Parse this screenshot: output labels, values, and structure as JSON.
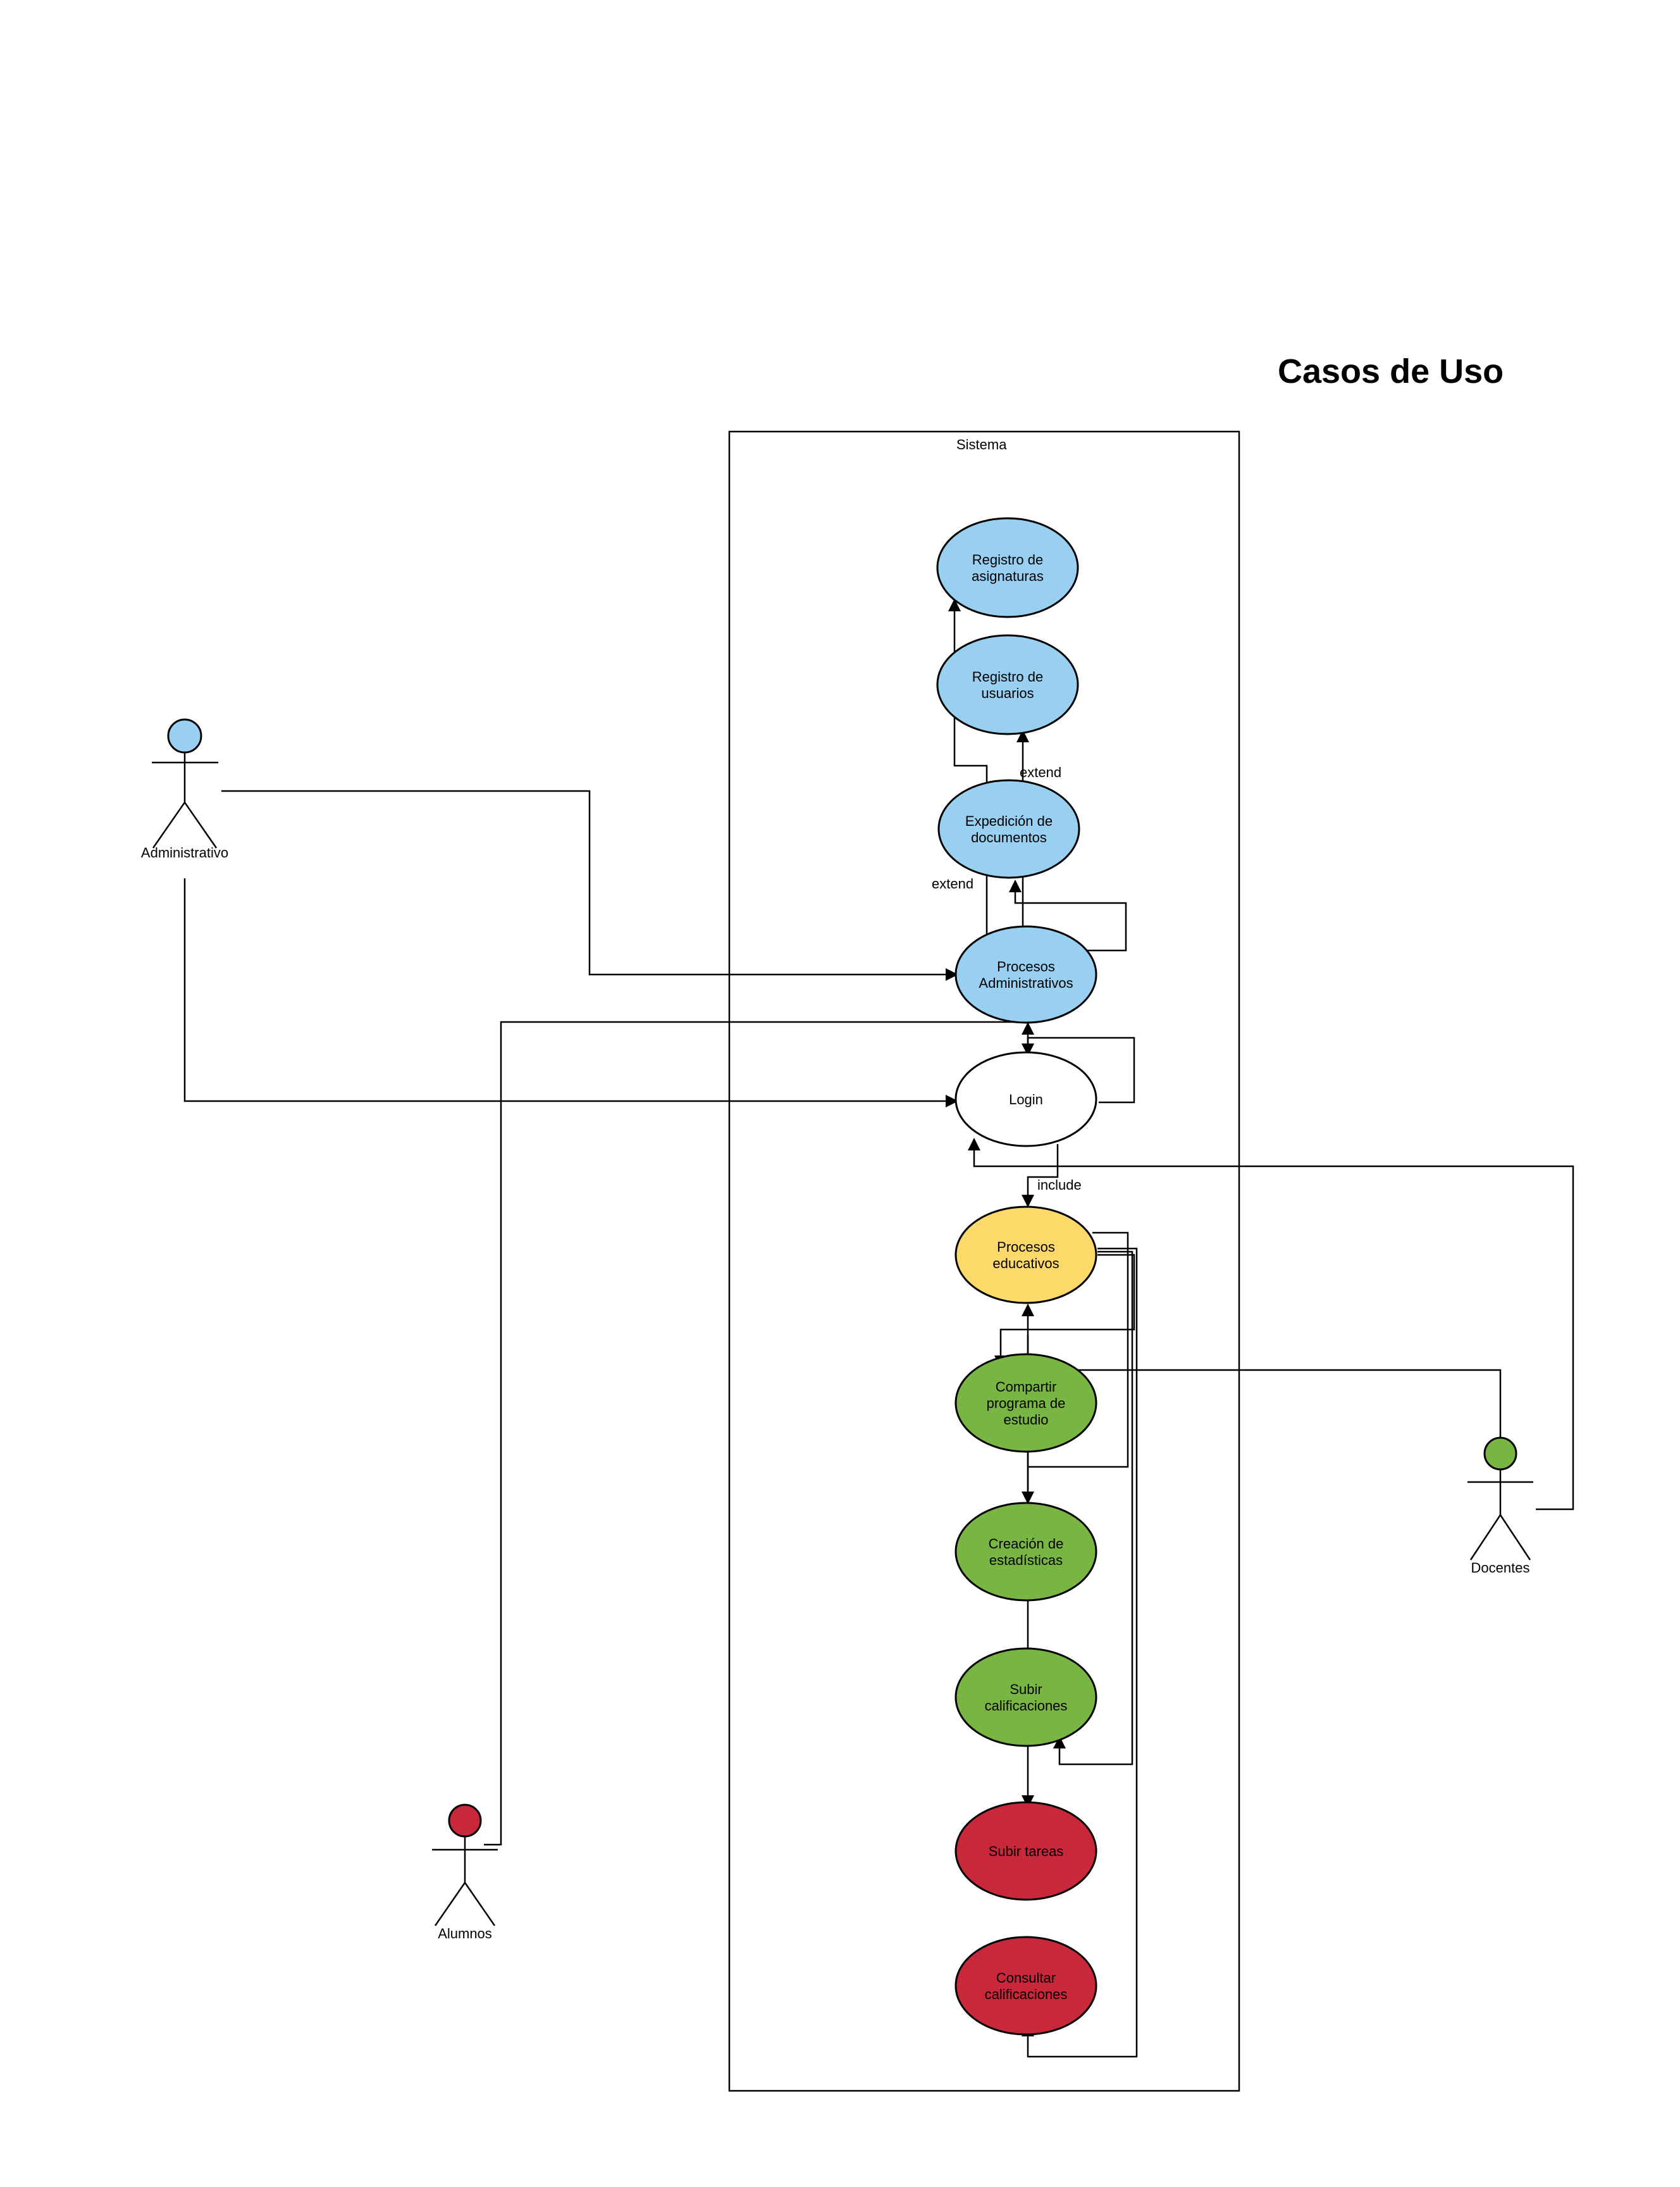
{
  "title": "Casos de Uso",
  "system_label": "Sistema",
  "colors": {
    "blue": "#99cff1",
    "white": "#ffffff",
    "yellow": "#fdd96a",
    "green": "#79b543",
    "red": "#c8283a"
  },
  "actors": [
    {
      "id": "administrativo",
      "label": "Administrativo",
      "color": "#99cff1"
    },
    {
      "id": "docentes",
      "label": "Docentes",
      "color": "#79b543"
    },
    {
      "id": "alumnos",
      "label": "Alumnos",
      "color": "#c8283a"
    }
  ],
  "use_cases": [
    {
      "id": "registro_asignaturas",
      "lines": [
        "Registro de",
        "asignaturas"
      ],
      "color": "#99cff1"
    },
    {
      "id": "registro_usuarios",
      "lines": [
        "Registro de",
        "usuarios"
      ],
      "color": "#99cff1"
    },
    {
      "id": "expedicion_documentos",
      "lines": [
        "Expedición de",
        "documentos"
      ],
      "color": "#99cff1"
    },
    {
      "id": "procesos_administrativos",
      "lines": [
        "Procesos",
        "Administrativos"
      ],
      "color": "#99cff1"
    },
    {
      "id": "login",
      "lines": [
        "Login"
      ],
      "color": "#ffffff"
    },
    {
      "id": "procesos_educativos",
      "lines": [
        "Procesos",
        "educativos"
      ],
      "color": "#fdd96a"
    },
    {
      "id": "compartir_programa",
      "lines": [
        "Compartir",
        "programa de",
        "estudio"
      ],
      "color": "#79b543"
    },
    {
      "id": "creacion_estadisticas",
      "lines": [
        "Creación de",
        "estadísticas"
      ],
      "color": "#79b543"
    },
    {
      "id": "subir_calificaciones",
      "lines": [
        "Subir",
        "calificaciones"
      ],
      "color": "#79b543"
    },
    {
      "id": "subir_tareas",
      "lines": [
        "Subir tareas"
      ],
      "color": "#c8283a"
    },
    {
      "id": "consultar_calificaciones",
      "lines": [
        "Consultar",
        "calificaciones"
      ],
      "color": "#c8283a"
    }
  ],
  "relation_labels": {
    "extend_usuarios": "extend",
    "extend_mid": "extend",
    "extend_left": "extend",
    "include_admin": "include",
    "include_login": "include"
  }
}
